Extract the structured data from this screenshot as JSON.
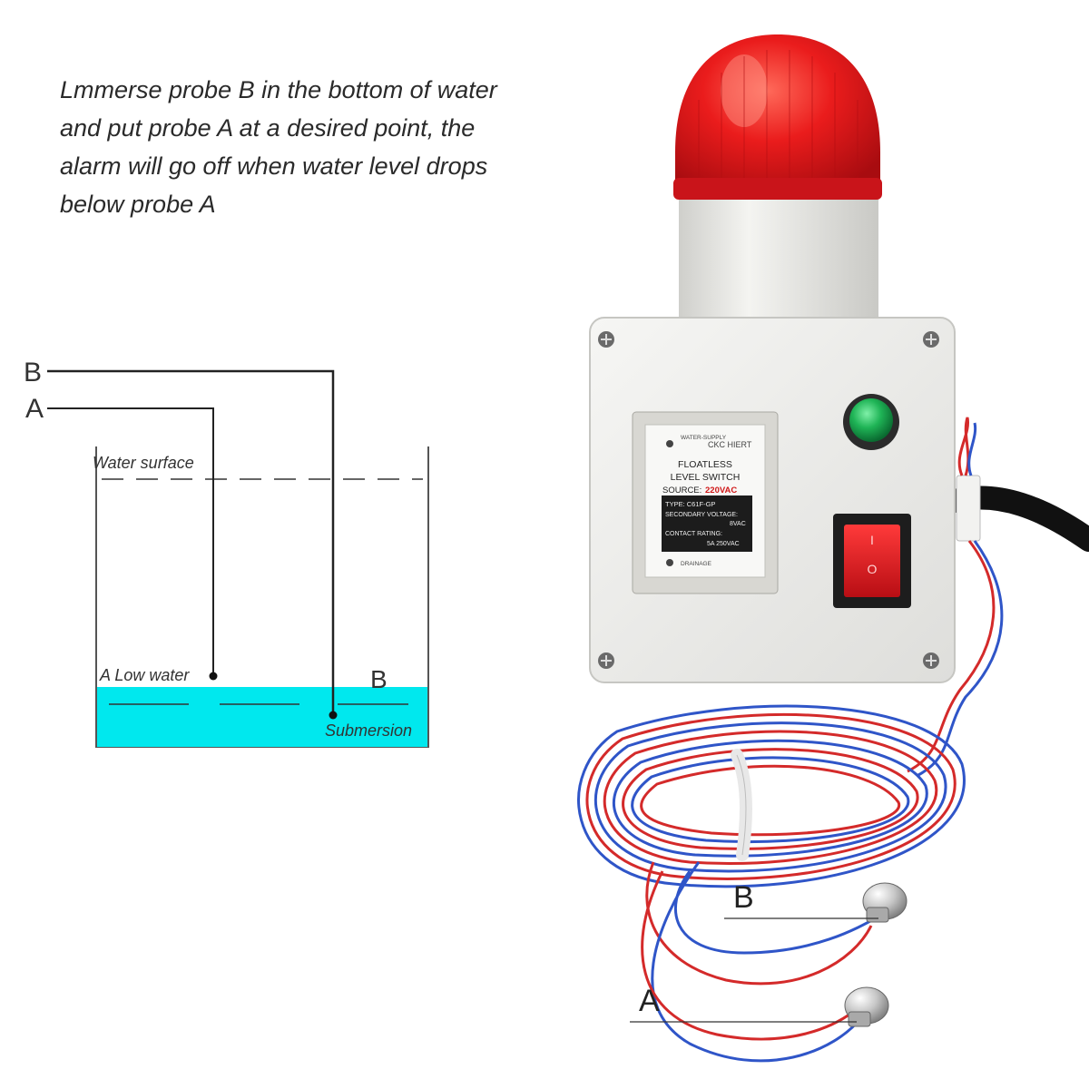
{
  "caption": {
    "lines": [
      "Lmmerse probe B in the bottom of water",
      "and  put  probe  A at a desired point, the",
      "alarm will go off when  water level drops",
      "below probe A"
    ]
  },
  "diagram": {
    "probe_b_label": "B",
    "probe_a_label": "A",
    "water_surface_label": "Water surface",
    "low_water_label": "A Low water",
    "b_marker_label": "B",
    "submersion_label": "Submersion"
  },
  "device": {
    "controller_brand_prefix": "WATER-SUPPLY",
    "controller_brand": "CKC HIERT",
    "controller_title_1": "FLOATLESS",
    "controller_title_2": "LEVEL SWITCH",
    "source_label": "SOURCE:",
    "source_value": "220VAC",
    "spec_type": "TYPE: C61F-GP",
    "spec_secondary": "SECONDARY VOLTAGE:",
    "spec_secondary_value": "8VAC",
    "spec_contact": "CONTACT RATING:",
    "spec_contact_value": "5A 250VAC",
    "drainage_label": "DRAINAGE",
    "switch_on_mark": "I",
    "switch_off_mark": "O"
  },
  "probes": {
    "probe_b_label": "B",
    "probe_a_label": "A"
  },
  "colors": {
    "water": "#00e8ee",
    "alarm_red": "#e8141c",
    "indicator_green": "#18b050",
    "wire_red": "#d42a2a",
    "wire_blue": "#2f55c8",
    "housing": "#efefed"
  }
}
